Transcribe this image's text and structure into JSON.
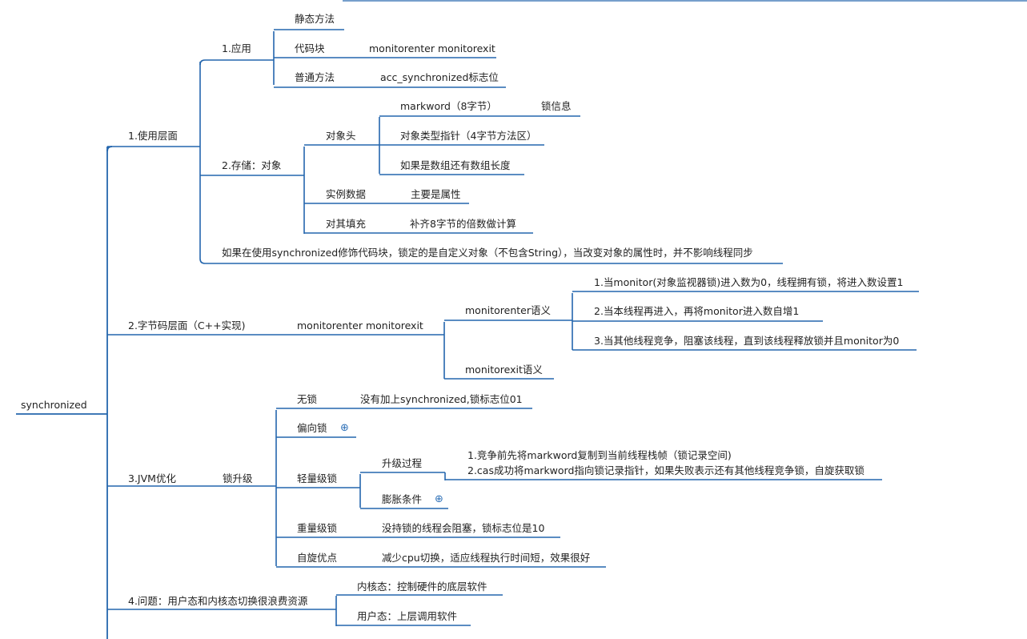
{
  "colors": {
    "line": "#2466ad",
    "text": "#222222",
    "icon": "#2f71b8"
  },
  "mindmap": {
    "root": "synchronized",
    "b1": {
      "label": "1.使用层面",
      "app": {
        "label": "1.应用",
        "static": "静态方法",
        "block": "代码块",
        "block_detail": "monitorenter monitorexit",
        "normal": "普通方法",
        "normal_detail": "acc_synchronized标志位"
      },
      "storage": {
        "label": "2.存储：对象",
        "header": {
          "label": "对象头",
          "markword": "markword（8字节）",
          "markword_detail": "锁信息",
          "klass": "对象类型指针（4字节方法区）",
          "array": "如果是数组还有数组长度"
        },
        "instance": "实例数据",
        "instance_detail": "主要是属性",
        "padding": "对其填充",
        "padding_detail": "补齐8字节的倍数做计算"
      },
      "note": "如果在使用synchronized修饰代码块，锁定的是自定义对象（不包含String），当改变对象的属性时，并不影响线程同步"
    },
    "b2": {
      "label": "2.字节码层面（C++实现)",
      "child": "monitorenter monitorexit",
      "enter": {
        "label": "monitorenter语义",
        "items": [
          "1.当monitor(对象监视器锁)进入数为0，线程拥有锁，将进入数设置1",
          "2.当本线程再进入，再将monitor进入数自增1",
          "3.当其他线程竞争，阻塞该线程，直到该线程释放锁并且monitor为0"
        ]
      },
      "exit": "monitorexit语义"
    },
    "b3": {
      "label": "3.JVM优化",
      "upgrade": "锁升级",
      "none": "无锁",
      "none_detail": "没有加上synchronized,锁标志位01",
      "biased": "偏向锁",
      "light": {
        "label": "轻量级锁",
        "process": "升级过程",
        "process_items": [
          "1.竞争前先将markword复制到当前线程栈帧（锁记录空间)",
          "2.cas成功将markword指向锁记录指针，如果失败表示还有其他线程竞争锁，自旋获取锁"
        ],
        "inflate": "膨胀条件"
      },
      "heavy": "重量级锁",
      "heavy_detail": "没持锁的线程会阻塞，锁标志位是10",
      "spin": "自旋优点",
      "spin_detail": "减少cpu切换，适应线程执行时间短，效果很好"
    },
    "b4": {
      "label": "4.问题：用户态和内核态切换很浪费资源",
      "kernel": "内核态：控制硬件的底层软件",
      "user": "用户态：上层调用软件"
    }
  }
}
